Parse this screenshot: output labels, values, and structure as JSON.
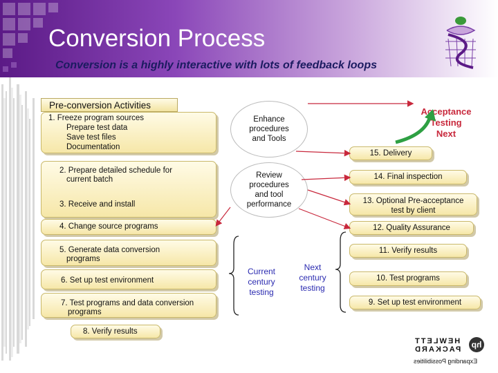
{
  "title": "Conversion Process",
  "subtitle": "Conversion is a highly interactive with lots of feedback loops",
  "pre_label": "Pre-conversion Activities",
  "left_boxes": {
    "b1": [
      "1. Freeze program sources",
      "Prepare test data",
      "Save test files",
      "Documentation"
    ],
    "b2": [
      "2. Prepare detailed schedule  for",
      "current batch"
    ],
    "b3": "3. Receive and install",
    "b4": "4. Change source programs",
    "b5": [
      "5. Generate data conversion",
      "programs"
    ],
    "b6": "6. Set up test environment",
    "b7": [
      "7. Test programs and data conversion",
      "programs"
    ],
    "b8": "8. Verify results"
  },
  "center": {
    "enhance": [
      "Enhance",
      "procedures",
      "and Tools"
    ],
    "review": [
      "Review",
      "procedures",
      "and tool",
      "performance"
    ],
    "current": [
      "Current",
      "century",
      "testing"
    ],
    "next": [
      "Next",
      "century",
      "testing"
    ]
  },
  "acceptance": [
    "Acceptance",
    "Testing",
    "Next"
  ],
  "right_boxes": {
    "r15": "15. Delivery",
    "r14": "14. Final inspection",
    "r13": [
      "13. Optional Pre-acceptance",
      "test by client"
    ],
    "r12": "12. Quality Assurance",
    "r11": "11. Verify results",
    "r10": "10. Test programs",
    "r9": "9. Set up test environment"
  },
  "logo": {
    "line1": "HEWLETT",
    "line2": "PACKARD",
    "tagline": "Expanding Possibilities"
  },
  "colors": {
    "header_dark": "#5b1a86",
    "box_fill": "#f6e7a8",
    "arrow": "#c8283c",
    "accent_text": "#2a2ab0"
  }
}
